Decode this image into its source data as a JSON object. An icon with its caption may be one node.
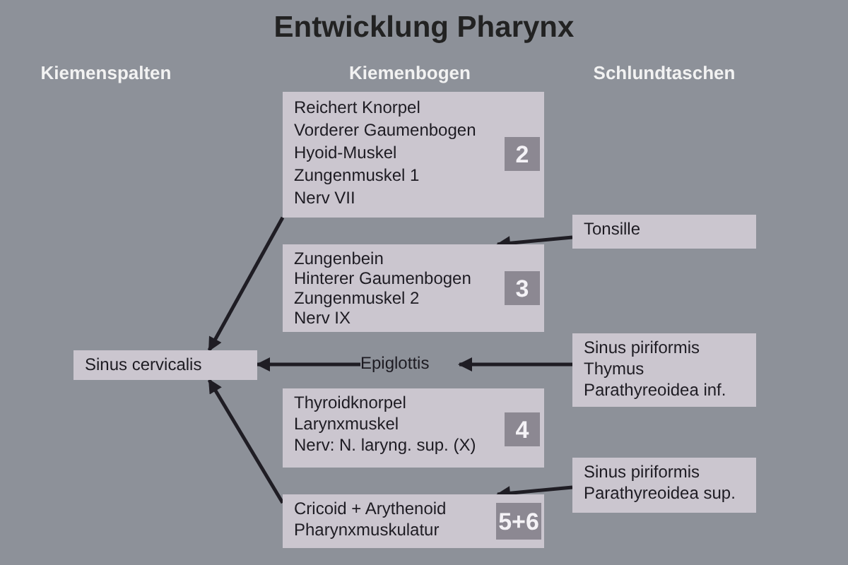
{
  "diagram": {
    "title": "Entwicklung Pharynx",
    "nodes": [
      {
        "text": [
          "Reichert Knorpel",
          "Vorderer Gaumenbogen",
          "Hyoid-Muskel",
          "Zungenmuskel 1",
          "Nerv VII"
        ]
      },
      {
        "text": [
          "2"
        ],
        "in": 0
      },
      {
        "text": [
          "Tonsille"
        ]
      },
      {
        "text": [
          "Zungenbein",
          "Hinterer Gaumenbogen",
          "Zungenmuskel 2",
          "Nerv IX"
        ]
      },
      {
        "text": [
          "3"
        ],
        "in": 3
      },
      {
        "text": [
          "Sinus cervicalis"
        ]
      },
      {
        "text": [
          "Epiglottis"
        ]
      },
      {
        "text": [
          "Sinus piriformis",
          "Thymus",
          "Parathyreoidea inf."
        ]
      },
      {
        "text": [
          "Thyroidknorpel",
          "Larynxmuskel",
          "Nerv: N. laryng. sup. (X)"
        ]
      },
      {
        "text": [
          "4"
        ],
        "in": 8
      },
      {
        "text": [
          "Sinus piriformis",
          "Parathyreoidea sup."
        ]
      },
      {
        "text": [
          "Cricoid + Arythenoid",
          "Pharynxmuskulatur"
        ]
      },
      {
        "text": [
          "5+6"
        ],
        "in": 11
      }
    ],
    "edges": [
      {
        "from": 0,
        "to": 5,
        "arrow": "to"
      },
      {
        "from": 2,
        "to": 3,
        "arrow": "to"
      },
      {
        "from": 7,
        "to": 6,
        "arrow": "to"
      },
      {
        "from": 6,
        "to": 5,
        "arrow": "to"
      },
      {
        "from": 10,
        "to": 11,
        "arrow": "to"
      },
      {
        "from": 11,
        "to": 5,
        "arrow": "to"
      }
    ],
    "labels": [
      "Kiemenspalten",
      "Kiemenbogen",
      "Schlundtaschen"
    ]
  }
}
